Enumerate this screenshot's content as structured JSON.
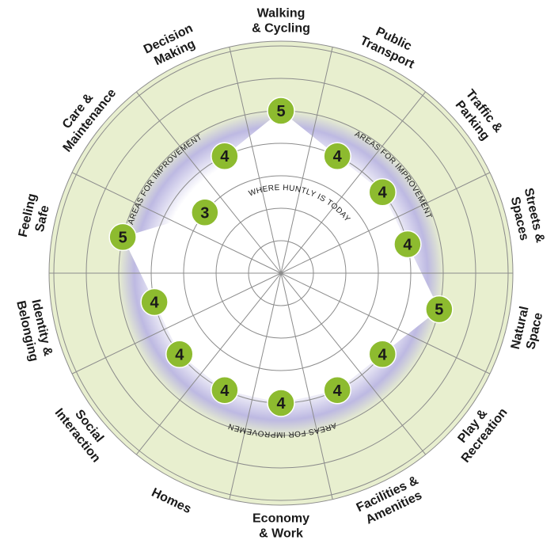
{
  "chart_data": {
    "type": "radar",
    "categories": [
      [
        "Walking",
        "& Cycling"
      ],
      [
        "Public",
        "Transport"
      ],
      [
        "Traffic &",
        "Parking"
      ],
      [
        "Streets &",
        "Spaces"
      ],
      [
        "Natural",
        "Space"
      ],
      [
        "Play &",
        "Recreation"
      ],
      [
        "Facilities &",
        "Amenities"
      ],
      [
        "Economy",
        "& Work"
      ],
      [
        "Homes"
      ],
      [
        "Social",
        "Interaction"
      ],
      [
        "Identity &",
        "Belonging"
      ],
      [
        "Feeling",
        "Safe"
      ],
      [
        "Care &",
        "Maintenance"
      ],
      [
        "Decision",
        "Making"
      ]
    ],
    "values": [
      5,
      4,
      4,
      4,
      5,
      4,
      4,
      4,
      4,
      4,
      4,
      5,
      3,
      4
    ],
    "rlim": [
      0,
      7
    ],
    "annotations": {
      "areas_for_improvement": "AREAS FOR IMPROVEMENT",
      "where_today": "WHERE HUNTLY IS TODAY"
    },
    "colors": {
      "outer_band": "#e8efcf",
      "shade": "#bdb9e2",
      "marker": "#8dbb2f",
      "grid": "#8c8c8c"
    }
  }
}
